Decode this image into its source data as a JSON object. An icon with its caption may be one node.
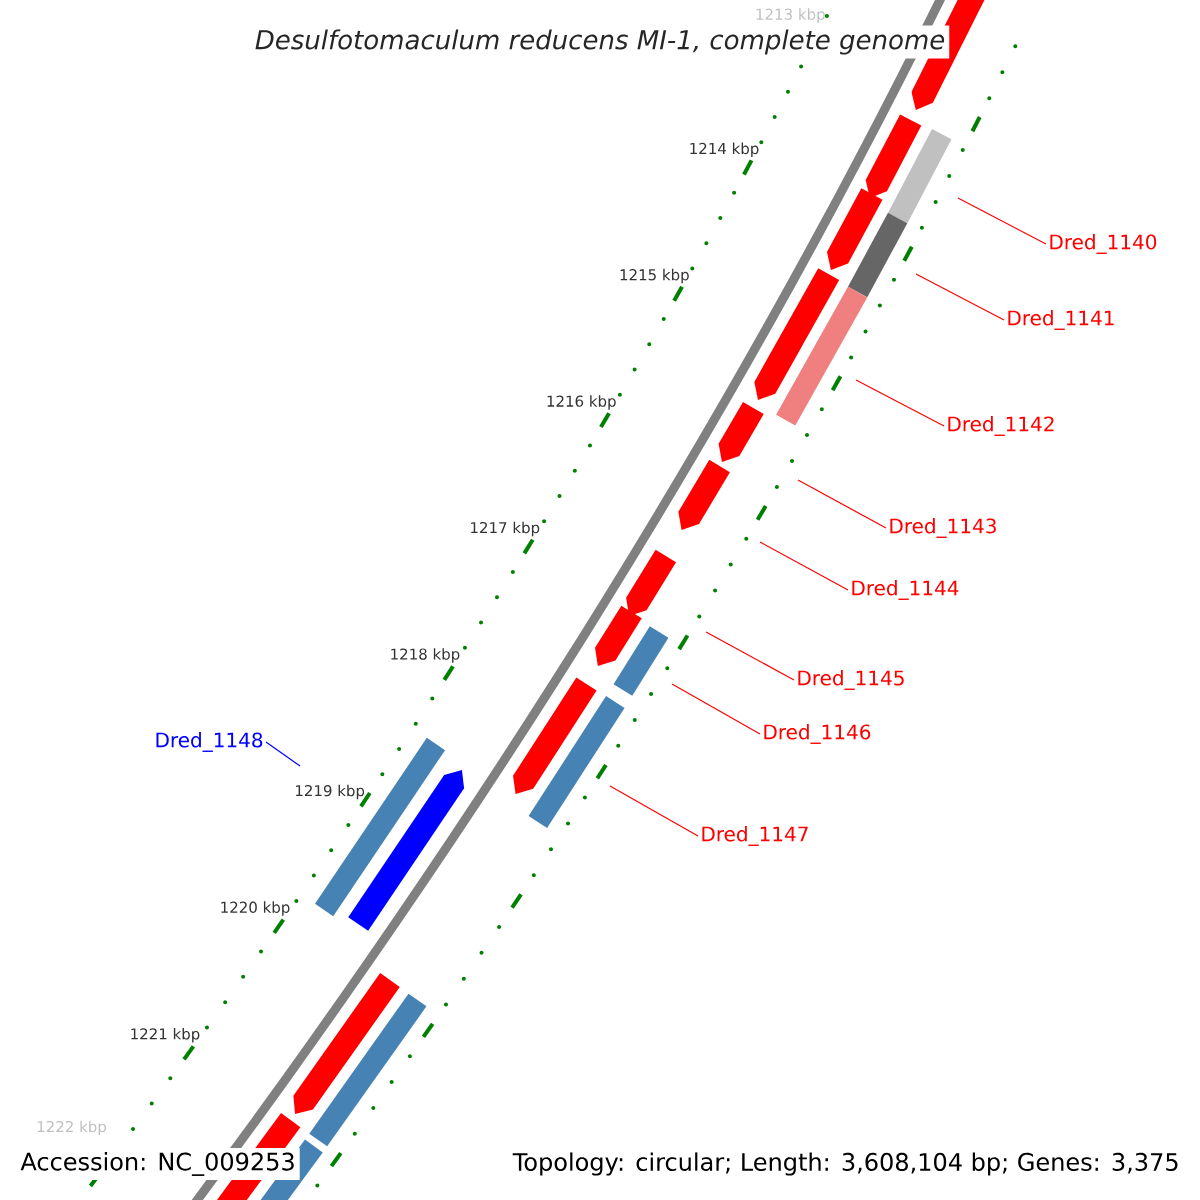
{
  "diagram": {
    "title": "Desulfotomaculum reducens MI-1, complete genome",
    "nodes": [
      {
        "text": [
          "Dred_1140"
        ]
      },
      {
        "text": [
          "Dred_1141"
        ]
      },
      {
        "text": [
          "Dred_1142"
        ]
      },
      {
        "text": [
          "Dred_1143"
        ]
      },
      {
        "text": [
          "Dred_1144"
        ]
      },
      {
        "text": [
          "Dred_1145"
        ]
      },
      {
        "text": [
          "Dred_1146"
        ]
      },
      {
        "text": [
          "Dred_1147"
        ]
      },
      {
        "text": [
          "Dred_1148"
        ]
      }
    ],
    "edges": [
      {
        "from": 0,
        "to": null,
        "arrow": "none"
      },
      {
        "from": 1,
        "to": null,
        "arrow": "none"
      },
      {
        "from": 2,
        "to": null,
        "arrow": "none"
      },
      {
        "from": 3,
        "to": null,
        "arrow": "none"
      },
      {
        "from": 4,
        "to": null,
        "arrow": "none"
      },
      {
        "from": 5,
        "to": null,
        "arrow": "none"
      },
      {
        "from": 6,
        "to": null,
        "arrow": "none"
      },
      {
        "from": 7,
        "to": null,
        "arrow": "none"
      },
      {
        "from": 8,
        "to": null,
        "arrow": "none",
        "color": "#0000ff"
      }
    ],
    "labels": [
      "1213 kbp",
      "1214 kbp",
      "1215 kbp",
      "1216 kbp",
      "1217 kbp",
      "1218 kbp",
      "1219 kbp",
      "1220 kbp",
      "1221 kbp",
      "1222 kbp",
      "Accession: NC_009253",
      "Topology: circular; Length: 3,608,104 bp; Genes: 3,375"
    ]
  }
}
